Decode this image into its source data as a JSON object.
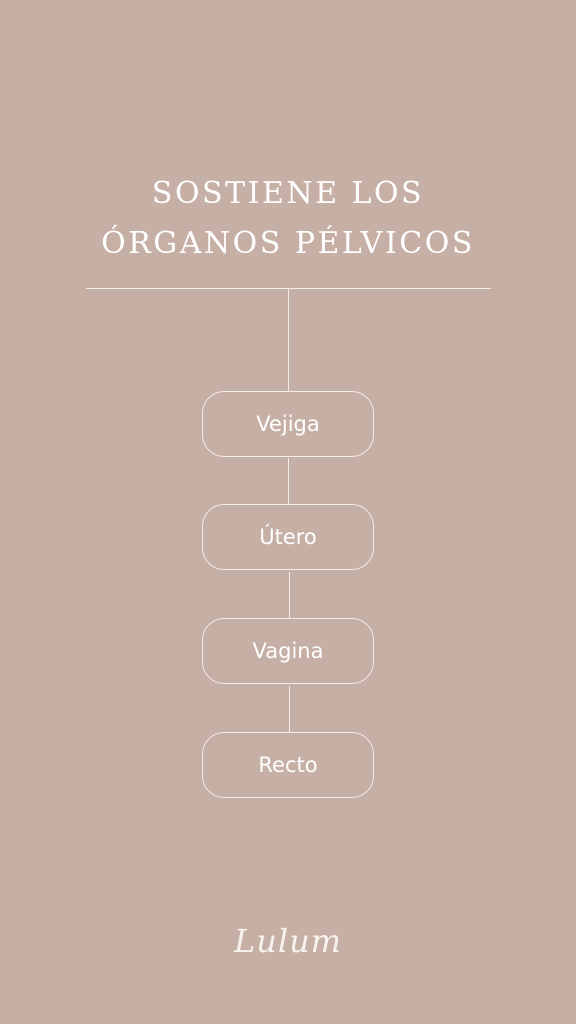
{
  "title": {
    "line1": "SOSTIENE LOS",
    "line2": "ÓRGANOS PÉLVICOS"
  },
  "nodes": [
    {
      "label": "Vejiga"
    },
    {
      "label": "Útero"
    },
    {
      "label": "Vagina"
    },
    {
      "label": "Recto"
    }
  ],
  "brand": {
    "logo": "Lulum"
  },
  "colors": {
    "background": "#c6afa4",
    "text": "#ffffff",
    "line": "#f3ebe6"
  }
}
